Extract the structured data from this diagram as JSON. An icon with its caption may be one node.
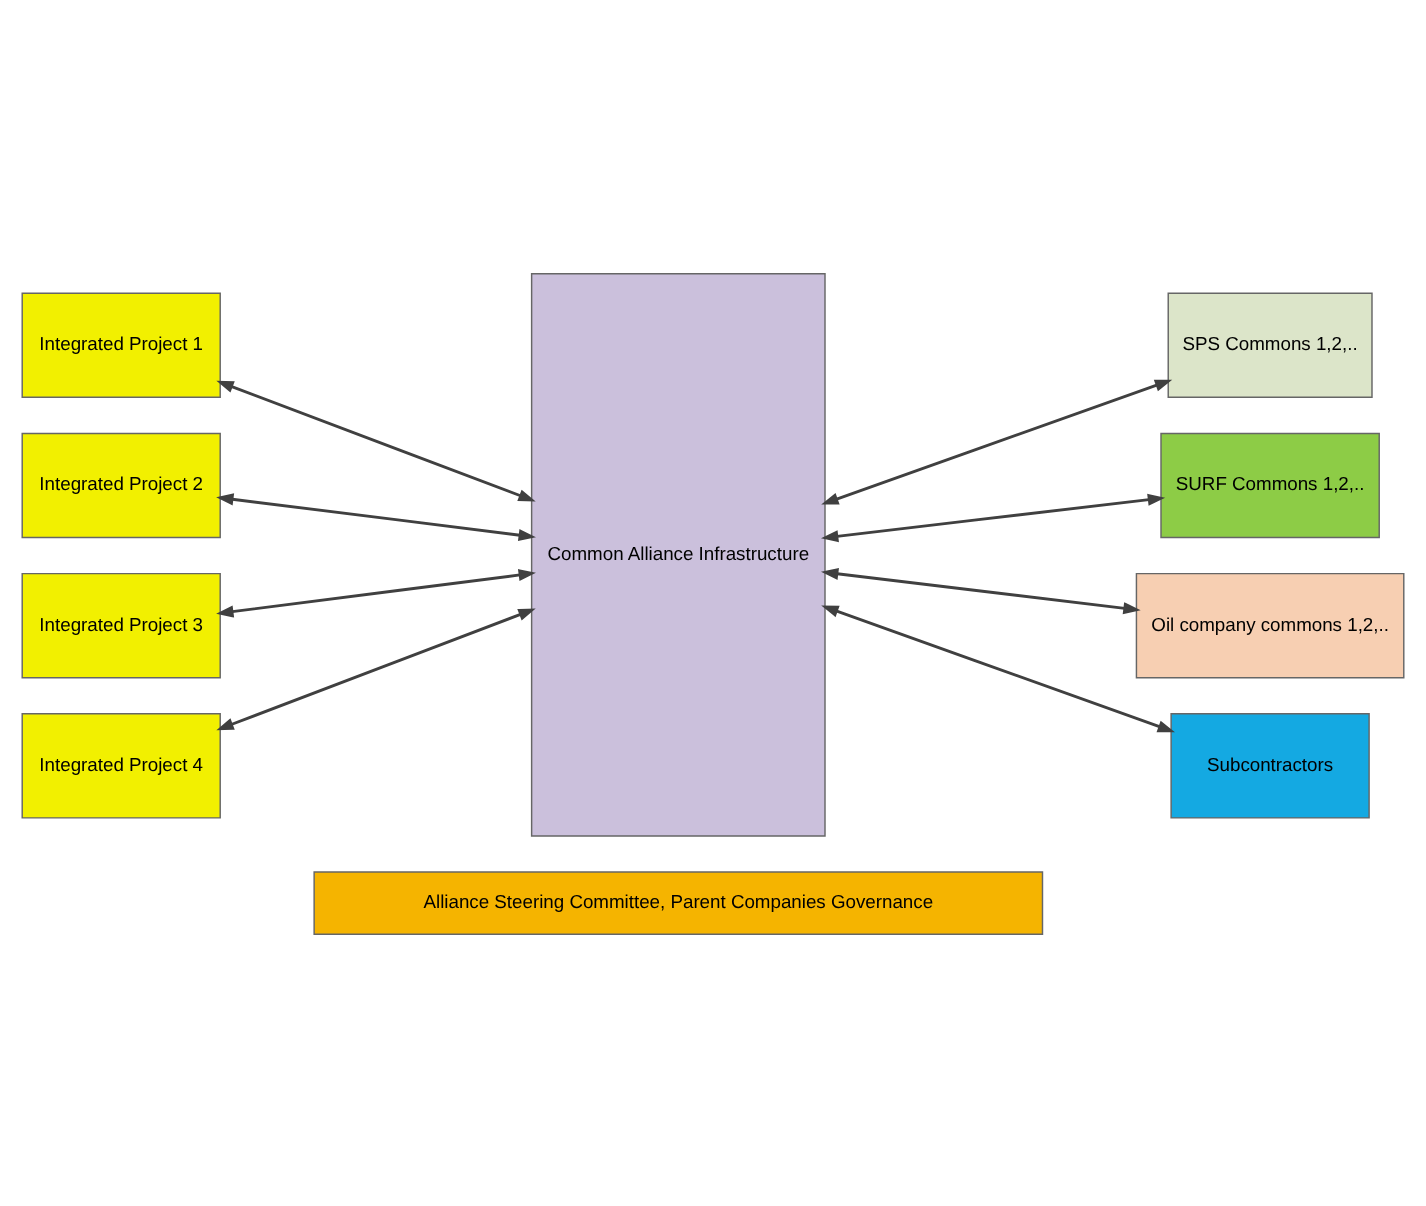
{
  "diagram": {
    "nodes": [
      {
        "text": [
          "Alliance Steering Committee, Parent Companies Governance"
        ]
      },
      {
        "text": [
          "Integrated Project 1"
        ]
      },
      {
        "text": [
          "Integrated Project 2"
        ]
      },
      {
        "text": [
          "Integrated Project 3"
        ]
      },
      {
        "text": [
          "Integrated Project 4"
        ]
      },
      {
        "text": [
          "Common Alliance Infrastructure"
        ]
      },
      {
        "text": [
          "SPS Commons 1,2,.."
        ]
      },
      {
        "text": [
          "SURF Commons 1,2,.."
        ]
      },
      {
        "text": [
          "Oil company commons 1,2,.."
        ]
      },
      {
        "text": [
          "Subcontractors"
        ]
      }
    ],
    "edges": [
      {
        "from": 1,
        "to": 5,
        "arrow": "both"
      },
      {
        "from": 2,
        "to": 5,
        "arrow": "both"
      },
      {
        "from": 3,
        "to": 5,
        "arrow": "both"
      },
      {
        "from": 4,
        "to": 5,
        "arrow": "both"
      },
      {
        "from": 5,
        "to": 6,
        "arrow": "both"
      },
      {
        "from": 5,
        "to": 7,
        "arrow": "both"
      },
      {
        "from": 5,
        "to": 8,
        "arrow": "both"
      },
      {
        "from": 5,
        "to": 9,
        "arrow": "both"
      }
    ]
  }
}
